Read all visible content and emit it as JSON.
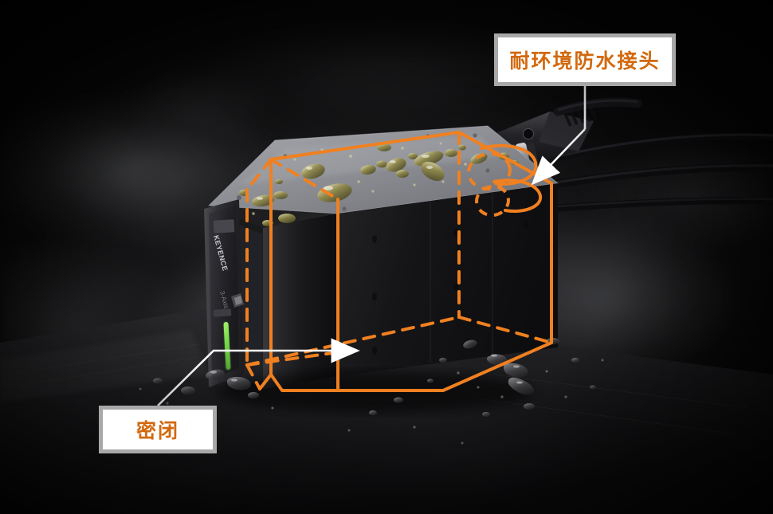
{
  "image": {
    "title": "Waterproof industrial sensor product illustration",
    "background_color": "#050505",
    "accent_color": "#F08020",
    "callout_text_color": "#D2690E",
    "callout_border_color": "#A8A8A8",
    "callout_fill_color": "#FFFFFF",
    "leader_line_color": "#FFFFFF"
  },
  "callouts": [
    {
      "id": "connector",
      "label": "耐环境防水接头",
      "points_to": "waterproof-connector",
      "leader": "white-arrow-down-left"
    },
    {
      "id": "sealed",
      "label": "密闭",
      "points_to": "sealed-housing-body",
      "leader": "white-arrow-right"
    }
  ],
  "device": {
    "brand": "KEYENCE",
    "housing_color": "#1b1b1d",
    "top_plate_color": "#8e9095",
    "indicator_color": "#6fd34a",
    "connector_ring_color": "#b9a14e",
    "annotation": {
      "type": "3d-box-outline",
      "color": "#F08020",
      "solid_edges": "visible front and top edges",
      "dashed_edges": "hidden rear and bottom edges",
      "dashed_ellipses": 2
    }
  },
  "scene_elements": {
    "water_droplets": "water beads on top plate and surrounding metal surface",
    "mist": "smoke/steam haze across dark background",
    "cables": 3,
    "connectors": 2
  }
}
